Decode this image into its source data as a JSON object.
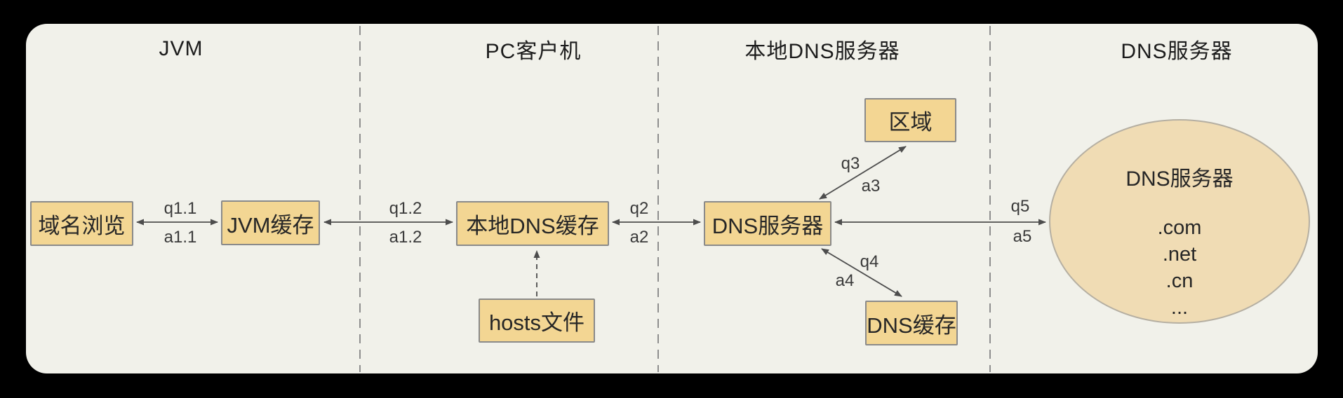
{
  "columns": {
    "jvm": {
      "label": "JVM"
    },
    "pc": {
      "label": "PC客户机"
    },
    "local_dns": {
      "label": "本地DNS服务器"
    },
    "dns": {
      "label": "DNS服务器"
    }
  },
  "nodes": {
    "domain_browse": {
      "label": "域名浏览"
    },
    "jvm_cache": {
      "label": "JVM缓存"
    },
    "local_dns_cache": {
      "label": "本地DNS缓存"
    },
    "hosts_file": {
      "label": "hosts文件"
    },
    "dns_server": {
      "label": "DNS服务器"
    },
    "zone": {
      "label": "区域"
    },
    "dns_cache": {
      "label": "DNS缓存"
    }
  },
  "root_servers": {
    "title": "DNS服务器",
    "tlds": [
      ".com",
      ".net",
      ".cn",
      "..."
    ]
  },
  "edges": {
    "browse_jvmcache": {
      "query": "q1.1",
      "answer": "a1.1"
    },
    "jvmcache_local": {
      "query": "q1.2",
      "answer": "a1.2"
    },
    "local_dnsserver": {
      "query": "q2",
      "answer": "a2"
    },
    "dnsserver_zone": {
      "query": "q3",
      "answer": "a3"
    },
    "dnsserver_cache": {
      "query": "q4",
      "answer": "a4"
    },
    "dnsserver_root": {
      "query": "q5",
      "answer": "a5"
    }
  },
  "colors": {
    "background": "#000000",
    "panel": "#f1f1ea",
    "node_fill": "#f3d693",
    "node_border": "#8a8a8a",
    "ellipse_fill": "#f0dcb4",
    "ellipse_border": "#b5afa2",
    "connector": "#4d4d4d",
    "separator": "#8e8e8e",
    "text": "#262626"
  }
}
